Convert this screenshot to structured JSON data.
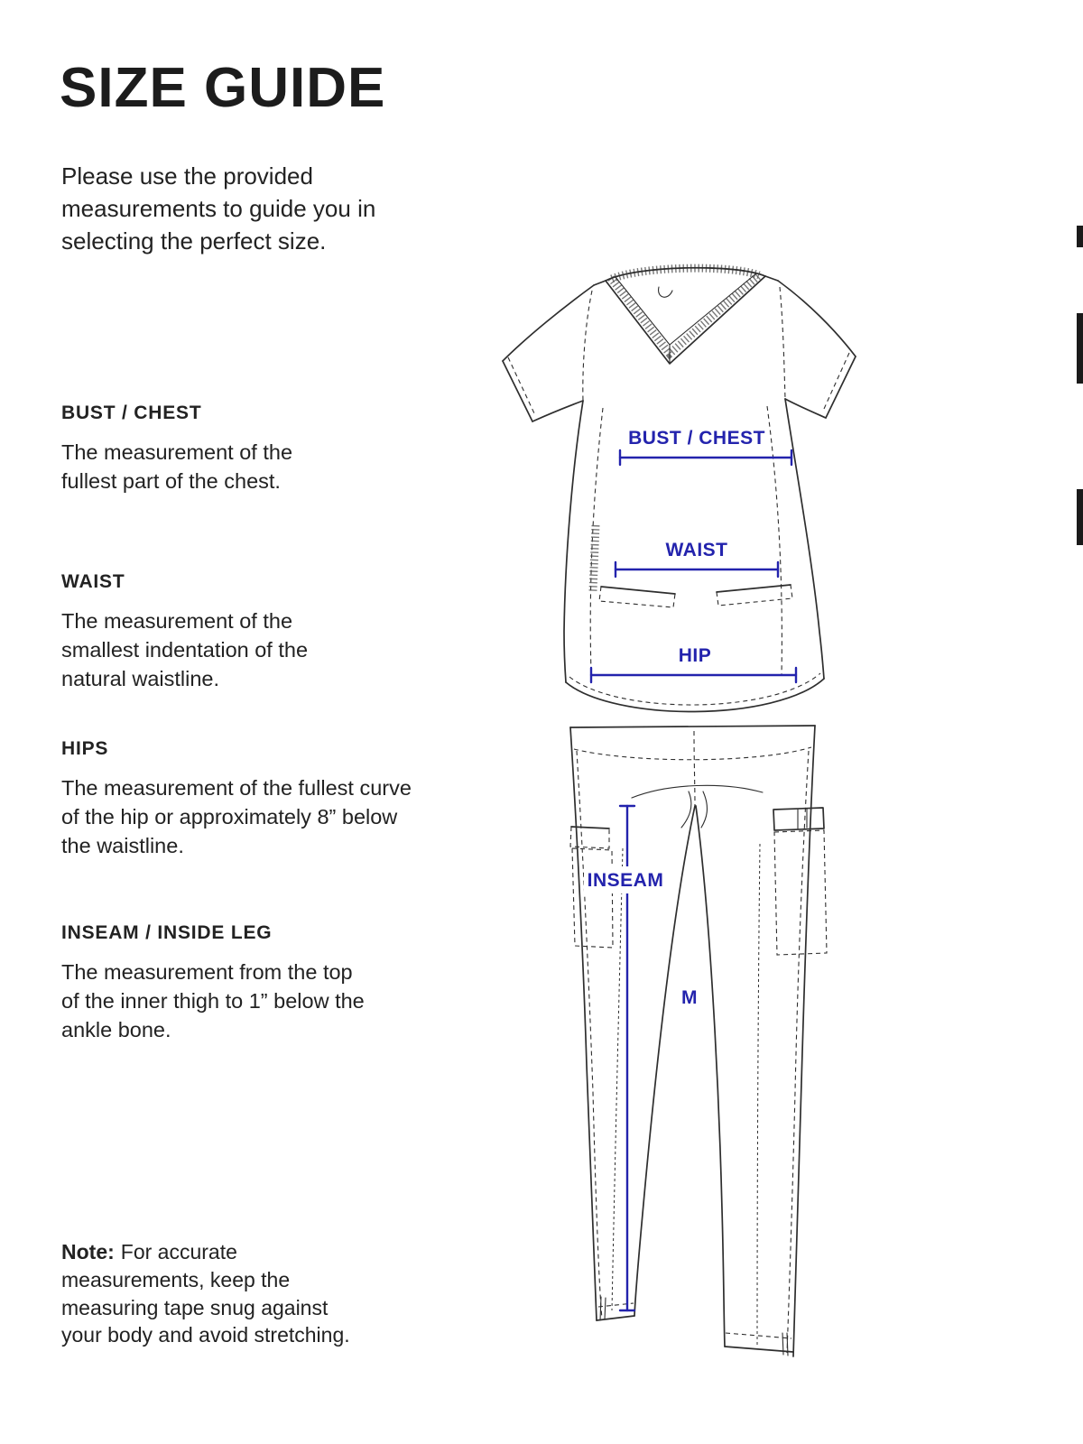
{
  "page": {
    "title": "SIZE GUIDE",
    "intro": "Please use the provided measurements to guide you in selecting the perfect size."
  },
  "sections": [
    {
      "heading": "BUST / CHEST",
      "body": "The measurement of the fullest part of the chest."
    },
    {
      "heading": "WAIST",
      "body": "The measurement of the smallest indentation of the natural waistline."
    },
    {
      "heading": "HIPS",
      "body": "The measurement of the fullest curve of the hip or approximately 8” below the waistline."
    },
    {
      "heading": "INSEAM / INSIDE LEG",
      "body": "The measurement from the top of the inner thigh to 1” below the ankle bone."
    }
  ],
  "note": {
    "label": "Note:",
    "body": "For accurate measurements, keep the measuring tape snug against your body and avoid stretching."
  },
  "diagram": {
    "labels": {
      "bust": "BUST / CHEST",
      "waist": "WAIST",
      "hip": "HIP",
      "inseam": "INSEAM",
      "size": "M"
    }
  },
  "theme": {
    "accent": "#2323ad",
    "ink": "#222222",
    "line": "#2e2e2e"
  }
}
